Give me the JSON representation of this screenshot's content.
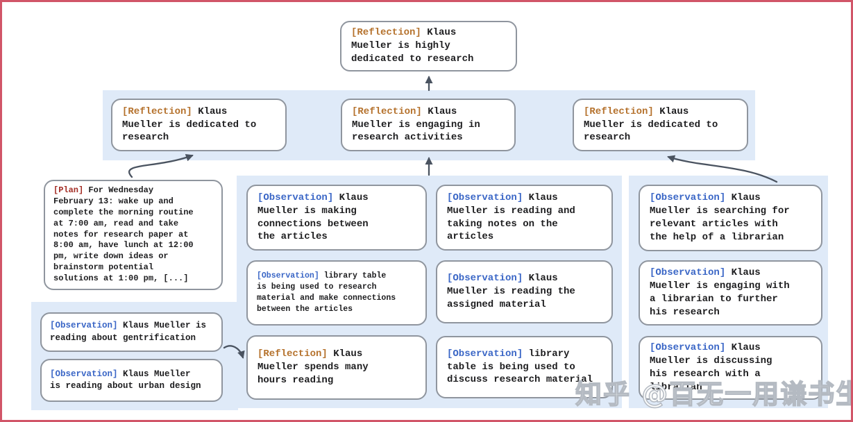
{
  "watermark": "知乎 @百无一用谦书生",
  "colors": {
    "reflection_label": "#b5722d",
    "plan_label": "#a32c24",
    "observation_label": "#3a66c6",
    "cluster_band": "#dfeaf8",
    "node_border": "#8f959e",
    "arrow": "#4a5360",
    "frame_border": "#d15568"
  },
  "nodes": {
    "top": {
      "label": "[Reflection]",
      "text": "Klaus\nMueller is highly\ndedicated to research"
    },
    "row2": [
      {
        "label": "[Reflection]",
        "text": "Klaus\nMueller is dedicated to\nresearch"
      },
      {
        "label": "[Reflection]",
        "text": "Klaus\nMueller is engaging in\nresearch activities"
      },
      {
        "label": "[Reflection]",
        "text": "Klaus\nMueller is dedicated to\nresearch"
      }
    ],
    "plan": {
      "label": "[Plan]",
      "text": "For Wednesday\nFebruary 13: wake up and\ncomplete the morning routine\nat 7:00 am, read and take\nnotes for research paper at\n8:00 am, have lunch at 12:00\npm, write down ideas or\nbrainstorm potential\nsolutions at 1:00 pm, [...]"
    },
    "left_observations": [
      {
        "label": "[Observation]",
        "text": "Klaus Mueller is\nreading about gentrification"
      },
      {
        "label": "[Observation]",
        "text": "Klaus Mueller\nis reading about urban design"
      }
    ],
    "middle_left": [
      {
        "label": "[Observation]",
        "text": "Klaus\nMueller is making\nconnections between\nthe articles"
      },
      {
        "label": "[Observation]",
        "text": "library table\nis being used to research\nmaterial and make connections\nbetween the articles"
      },
      {
        "label": "[Reflection]",
        "text": "Klaus\nMueller spends many\nhours reading"
      }
    ],
    "middle_right": [
      {
        "label": "[Observation]",
        "text": "Klaus\nMueller is reading and\ntaking notes on the\narticles"
      },
      {
        "label": "[Observation]",
        "text": "Klaus\nMueller is reading the\nassigned material"
      },
      {
        "label": "[Observation]",
        "text": "library\ntable is being used to\ndiscuss research material"
      }
    ],
    "right_column": [
      {
        "label": "[Observation]",
        "text": "Klaus\nMueller is searching for\nrelevant articles with\nthe help of a librarian"
      },
      {
        "label": "[Observation]",
        "text": "Klaus\nMueller is engaging with\na librarian to further\nhis research"
      },
      {
        "label": "[Observation]",
        "text": "Klaus\nMueller is discussing\nhis research with a\nlibrarian"
      }
    ]
  },
  "edges": [
    {
      "from": "reflection-row2-center",
      "to": "reflection-top"
    },
    {
      "from": "plan-wednesday",
      "to": "reflection-row2-left"
    },
    {
      "from": "middle-observation-cluster",
      "to": "reflection-row2-center"
    },
    {
      "from": "right-observation-cluster",
      "to": "reflection-row2-right"
    },
    {
      "from": "left-observation-cluster",
      "to": "reflection-spends-hours"
    }
  ]
}
